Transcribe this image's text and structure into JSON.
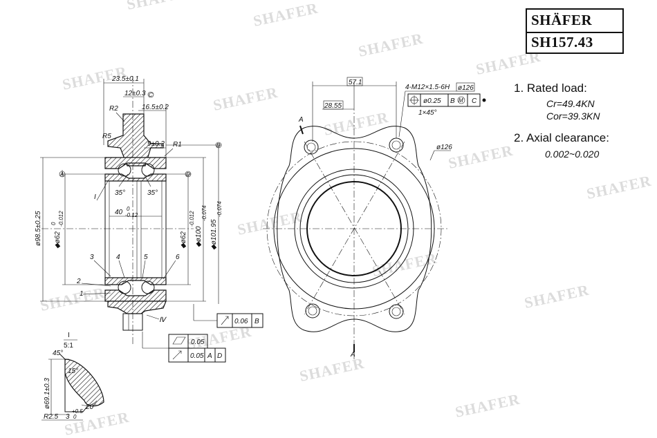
{
  "brand": {
    "name": "SHÄFER",
    "code": "SH157.43"
  },
  "watermark": "SHAFER",
  "specs": {
    "rated_load_heading": "1. Rated load:",
    "cr": "Cr=49.4KN",
    "cor": "Cor=39.3KN",
    "axial_heading": "2. Axial clearance:",
    "axial_value": "0.002~0.020"
  },
  "section_view": {
    "dim_width_total": "23.5±0.1",
    "dim_flange_offset": "12±0.3",
    "dim_16_5": "16.5±0.2",
    "dim_9": "9±0.2",
    "r2": "R2",
    "r5": "R5",
    "r1": "R1",
    "angle_left": "35°",
    "angle_right": "35°",
    "dim_40": "40",
    "dim_40_tol": "-0.12",
    "dim_40_tol_up": "0",
    "dia_98": "ø98.5±0.25",
    "dia_62_left": "◆ø62",
    "dia_62_left_tol": "-0.012",
    "dia_62_right": "◆ø62",
    "dia_62_right_tol": "-0.012",
    "dia_100": "◆ø100",
    "dia_100_tol": "-0.074",
    "dia_101": "◆ø101.95",
    "dia_101_tol": "-0.074",
    "tol_zero": "0",
    "datum_a": "A",
    "datum_b": "B",
    "datum_d": "D",
    "datum_c": "C",
    "detail_mark": "I",
    "section_mark": "Ⅳ",
    "callouts": [
      "1",
      "2",
      "3",
      "4",
      "5",
      "6"
    ]
  },
  "gdt": {
    "runout_value": "0.06",
    "runout_datum": "B",
    "flatness_value": "0.05",
    "runout2_value": "0.05",
    "runout2_datum1": "A",
    "runout2_datum2": "D",
    "position_value": "ø0.25",
    "position_datum1": "B",
    "position_mod": "M",
    "position_datum2": "C"
  },
  "front_view": {
    "dim_57_1": "57.1",
    "dim_28_55": "28.55",
    "thread": "4-M12×1.5-6H",
    "pcd_box": "ø126",
    "pcd": "ø126",
    "chamfer": "1×45°",
    "section_label": "A"
  },
  "detail_view": {
    "label": "I",
    "scale": "5:1",
    "angle_45": "45°",
    "angle_15": "15°",
    "angle_20": "20°",
    "dia_69": "ø69.1±0.3",
    "r2_5": "R2.5",
    "dim_3": "3",
    "dim_3_tol_up": "+0.5",
    "dim_3_tol_low": "0"
  }
}
